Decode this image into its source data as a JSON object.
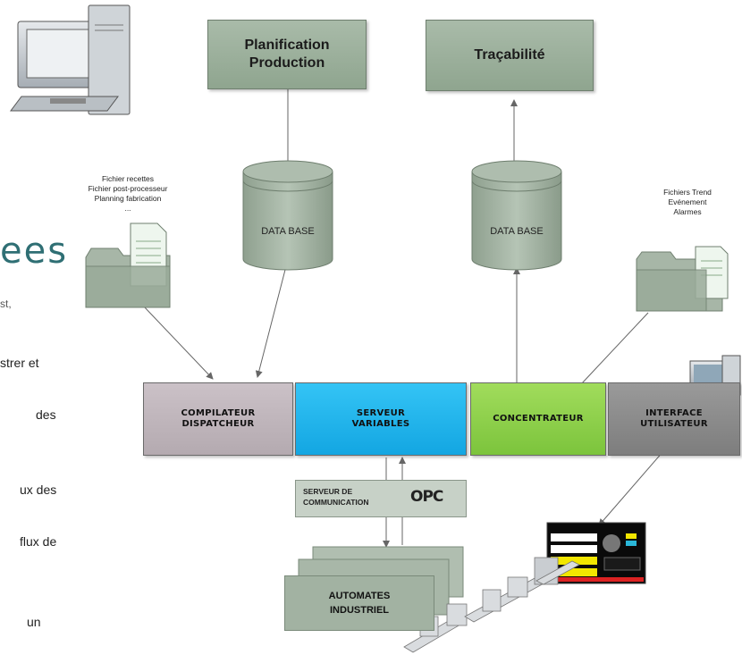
{
  "boxes": {
    "planification": "Planification\nProduction",
    "tracabilite": "Traçabilité"
  },
  "databases": {
    "left": "DATA BASE",
    "right": "DATA BASE"
  },
  "files": {
    "left_caption": "Fichier recettes\nFichier post-processeur\nPlanning fabrication\n...",
    "right_caption": "Fichiers Trend\nEvénement\nAlarmes"
  },
  "modules": {
    "compilateur": "COMPILATEUR\nDISPATCHEUR",
    "serveur": "SERVEUR\nVARIABLES",
    "concentrateur": "CONCENTRATEUR",
    "interface": "INTERFACE\nUTILISATEUR"
  },
  "communication": {
    "label": "SERVEUR DE\nCOMMUNICATION",
    "logo": "OPC"
  },
  "automates": "AUTOMATES\nINDUSTRIEL",
  "left_text": {
    "heading_fragment": "ees",
    "line1": "st,",
    "line2": "strer et",
    "line3": "des",
    "line4": "ux des",
    "line5": "flux de",
    "line6": "un"
  },
  "colors": {
    "gray_box": "#99ad99",
    "compilateur": "#c2b8be",
    "serveur": "#1fb8f0",
    "concentrateur": "#8ed24a",
    "interface": "#8c8c8c",
    "heading": "#2f6f74"
  }
}
